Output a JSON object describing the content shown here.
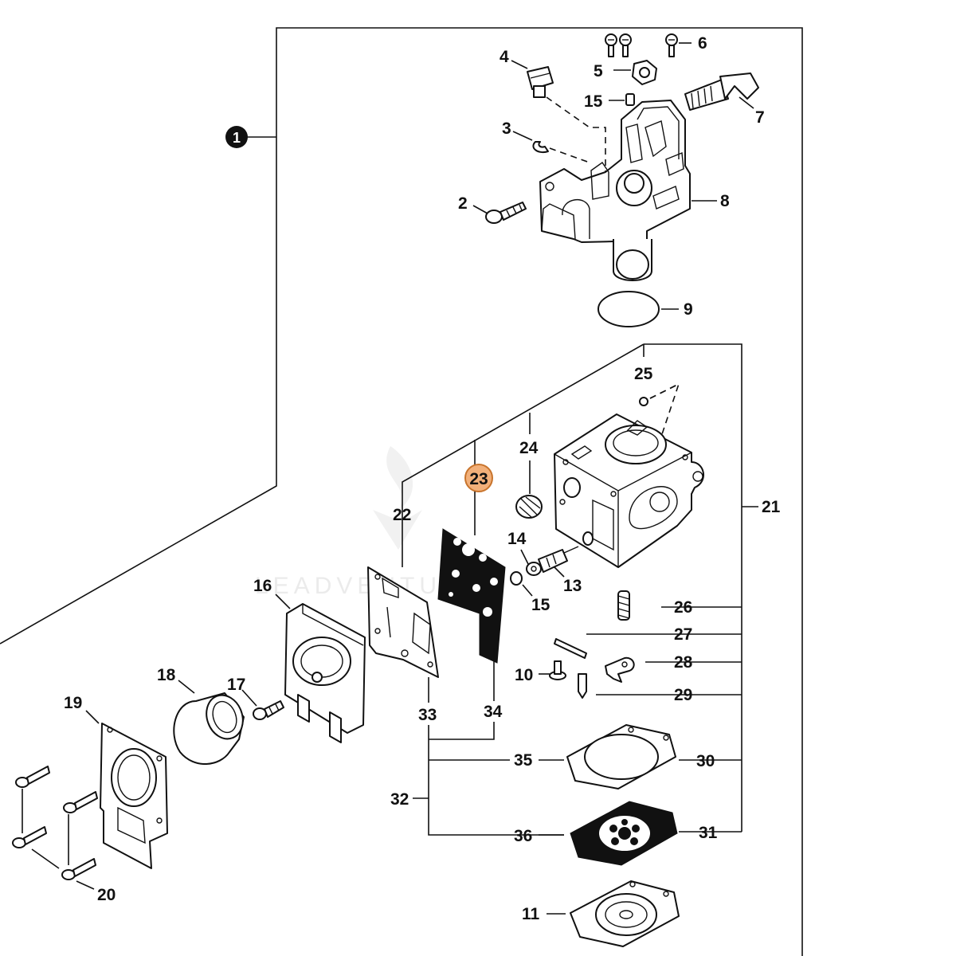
{
  "assembly_marker": "1",
  "highlighted_part": "23",
  "watermark": "LEADVENTURE",
  "parts": {
    "p2": "2",
    "p3": "3",
    "p4": "4",
    "p5": "5",
    "p6": "6",
    "p7": "7",
    "p8": "8",
    "p9": "9",
    "p10": "10",
    "p11": "11",
    "p13": "13",
    "p14": "14",
    "p15a": "15",
    "p15b": "15",
    "p16": "16",
    "p17": "17",
    "p18": "18",
    "p19": "19",
    "p20": "20",
    "p21": "21",
    "p22": "22",
    "p24": "24",
    "p25": "25",
    "p26": "26",
    "p27": "27",
    "p28": "28",
    "p29": "29",
    "p30": "30",
    "p31": "31",
    "p32": "32",
    "p33": "33",
    "p34": "34",
    "p35": "35",
    "p36": "36"
  },
  "colors": {
    "highlight_fill": "#f2b07a",
    "highlight_stroke": "#c8742c",
    "ink": "#111111"
  }
}
